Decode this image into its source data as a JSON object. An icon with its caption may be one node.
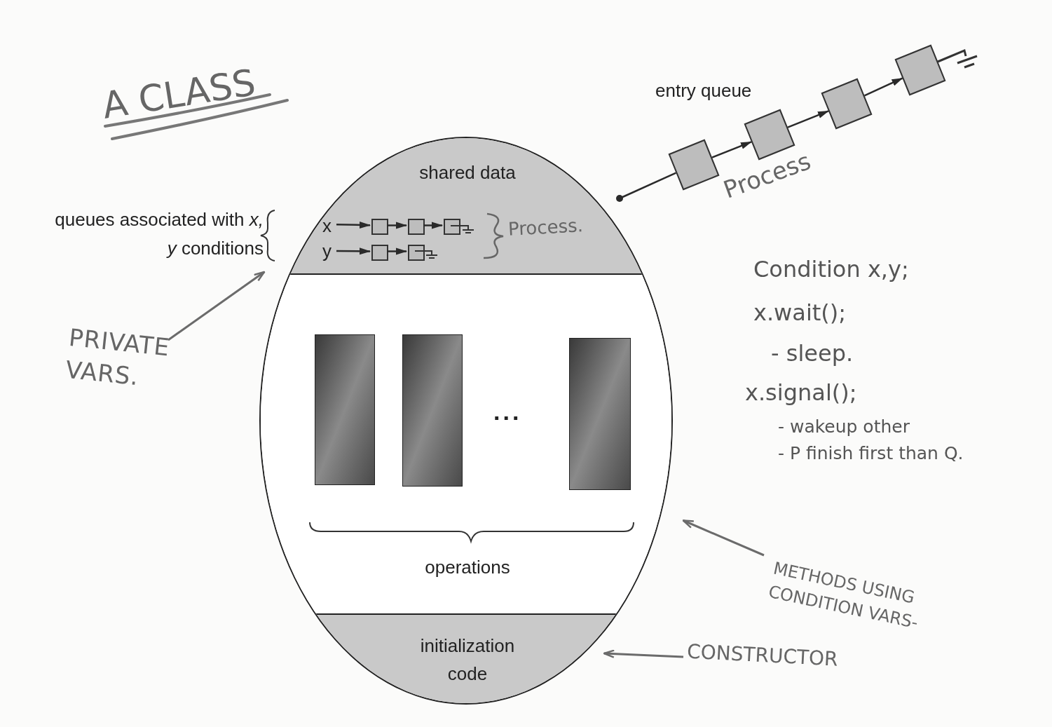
{
  "diagram": {
    "title": "A CLASS",
    "nodes": [
      {
        "text": [],
        "shape": "ellipse"
      },
      {
        "text": [
          "shared data"
        ],
        "in": 0
      },
      {
        "text": [
          "operations"
        ],
        "in": 0
      },
      {
        "text": [
          "initialization code"
        ],
        "in": 0
      },
      {
        "text": [
          "x"
        ],
        "in": 1
      },
      {
        "text": [],
        "shape": "box",
        "in": 1
      },
      {
        "text": [],
        "shape": "box",
        "in": 1
      },
      {
        "text": [],
        "shape": "box",
        "in": 1
      },
      {
        "text": [
          "y"
        ],
        "in": 1
      },
      {
        "text": [],
        "shape": "box",
        "in": 1
      },
      {
        "text": [],
        "shape": "box",
        "in": 1
      },
      {
        "text": [],
        "shape": "bar",
        "in": 2
      },
      {
        "text": [],
        "shape": "bar",
        "in": 2
      },
      {
        "text": [],
        "shape": "bar",
        "in": 2
      },
      {
        "text": [],
        "shape": "box"
      },
      {
        "text": [],
        "shape": "box"
      },
      {
        "text": [],
        "shape": "box"
      },
      {
        "text": [],
        "shape": "box"
      },
      {
        "text": [
          "queues associated with *x, y* conditions"
        ]
      },
      {
        "text": [
          "PRIVATE VARS."
        ]
      },
      {
        "text": [
          "METHODS USING CONDITION VARS-"
        ]
      },
      {
        "text": [
          "CONSTRUCTOR"
        ]
      }
    ],
    "edges": [
      {
        "from": 4,
        "to": 5,
        "arrow": "to"
      },
      {
        "from": 5,
        "to": 6,
        "arrow": "to"
      },
      {
        "from": 6,
        "to": 7,
        "arrow": "to"
      },
      {
        "from": 8,
        "to": 9,
        "arrow": "to"
      },
      {
        "from": 9,
        "to": 10,
        "arrow": "to"
      },
      {
        "from": 0,
        "to": 14,
        "arrow": "other"
      },
      {
        "from": 14,
        "to": 15,
        "arrow": "to"
      },
      {
        "from": 15,
        "to": 16,
        "arrow": "to"
      },
      {
        "from": 16,
        "to": 17,
        "arrow": "to"
      },
      {
        "from": 19,
        "to": 18,
        "arrow": "to",
        "color": "#6b6b6b"
      },
      {
        "from": 20,
        "to": 2,
        "arrow": "to",
        "color": "#6b6b6b"
      },
      {
        "from": 21,
        "to": 3,
        "arrow": "to",
        "color": "#6b6b6b"
      }
    ],
    "labels": [
      "Process.",
      "...",
      "entry queue",
      "Process",
      "Condition x,y;",
      "x.wait();",
      "- sleep.",
      "x.signal();",
      "- wakeup other",
      "- P finish first than Q."
    ]
  }
}
